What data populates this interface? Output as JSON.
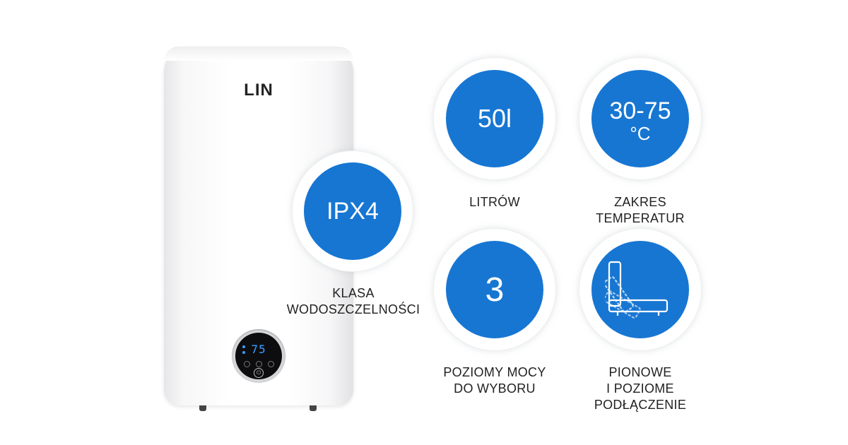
{
  "brand": {
    "logo_text": "LIN"
  },
  "heater_display": {
    "temperature": "75"
  },
  "features": {
    "ipx4": {
      "value": "IPX4",
      "label_lines": [
        "KLASA",
        "WODOSZCZELNOŚCI"
      ]
    },
    "capacity": {
      "value": "50l",
      "label_lines": [
        "LITRÓW"
      ]
    },
    "temperature": {
      "value_line1": "30-75",
      "value_line2": "°C",
      "label_lines": [
        "ZAKRES",
        "TEMPERATUR"
      ]
    },
    "power": {
      "value": "3",
      "label_lines": [
        "POZIOMY MOCY",
        "DO WYBORU"
      ]
    },
    "mounting": {
      "icon": "mounting-orientation-icon",
      "label_lines": [
        "PIONOWE",
        "I POZIOME",
        "PODŁĄCZENIE"
      ]
    }
  },
  "colors": {
    "accent_blue": "#1776d2",
    "display_blue": "#3aa0ff"
  }
}
